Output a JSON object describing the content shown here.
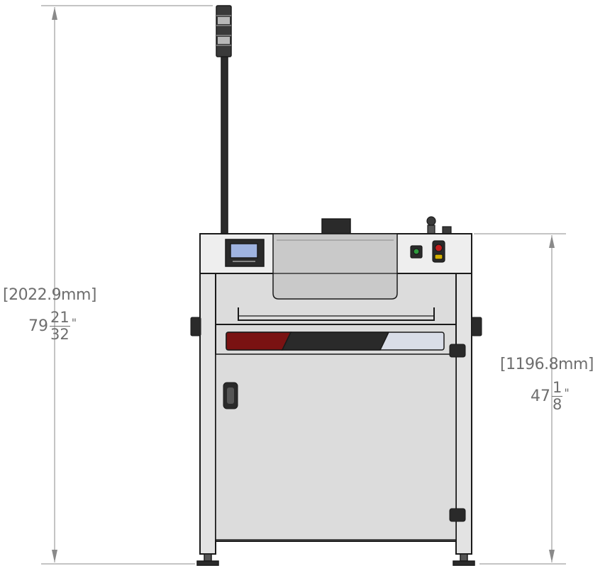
{
  "dimensions": {
    "overall_height": {
      "mm": "[2022.9mm]",
      "inch_whole": "79",
      "inch_num": "21",
      "inch_den": "32",
      "inch_unit": "\""
    },
    "frame_height": {
      "mm": "[1196.8mm]",
      "inch_whole": "47",
      "inch_num": "1",
      "inch_den": "8",
      "inch_unit": "\""
    }
  },
  "colors": {
    "dimension_line": "#8a8a8a",
    "outline": "#1a1a1a",
    "frame": "#e3e3e3",
    "panel": "#dcdcdc",
    "window": "#c9c9c9",
    "stripe_red": "#7a1212",
    "stripe_dark": "#2a2a2a",
    "stripe_light": "#d9dde8",
    "screen": "#9fb3e0",
    "green_button": "#2e9a3d",
    "red_button": "#c21c1c",
    "yellow_button": "#d4b000"
  }
}
